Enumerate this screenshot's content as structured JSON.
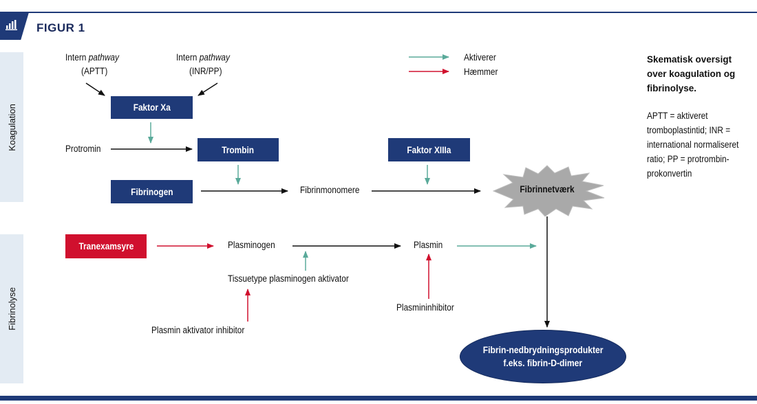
{
  "figure": {
    "title": "FIGUR 1",
    "icon": "bar-chart-icon"
  },
  "bands": {
    "coagulation": "Koagulation",
    "fibrinolysis": "Fibrinolyse"
  },
  "legend": {
    "activates": "Aktiverer",
    "inhibits": "Hæmmer",
    "activate_color": "#5aaa9a",
    "inhibit_color": "#d0102e"
  },
  "coagulation": {
    "intern_left_line1": "Intern",
    "intern_left_italic": "pathway",
    "intern_left_line2": "(APTT)",
    "intern_right_line1": "Intern",
    "intern_right_italic": "pathway",
    "intern_right_line2": "(INR/PP)",
    "faktor_xa": "Faktor Xa",
    "protromin": "Protromin",
    "trombin": "Trombin",
    "faktor_xiiia": "Faktor XIIIa",
    "fibrinogen": "Fibrinogen",
    "fibrinmonomere": "Fibrinmonomere",
    "fibrinnetvaerk": "Fibrinnetværk"
  },
  "fibrinolysis": {
    "tranexamsyre": "Tranexamsyre",
    "plasminogen": "Plasminogen",
    "plasmin": "Plasmin",
    "tpa": "Tissuetype plasminogen aktivator",
    "pai": "Plasmin aktivator inhibitor",
    "plasmininhibitor": "Plasmininhibitor",
    "fdp_line1": "Fibrin-nedbrydningsprodukter",
    "fdp_line2": "f.eks. fibrin-D-dimer"
  },
  "caption": {
    "title": "Skematisk oversigt over koagulation og fibrinolyse.",
    "abbreviations": "APTT = aktiveret tromboplastintid; INR = international normaliseret ratio; PP = protrombin-prokonvertin"
  },
  "colors": {
    "navy": "#1f3a78",
    "red": "#d0102e",
    "teal": "#5aaa9a",
    "band": "#e3ebf3",
    "star": "#a9a9a9"
  }
}
